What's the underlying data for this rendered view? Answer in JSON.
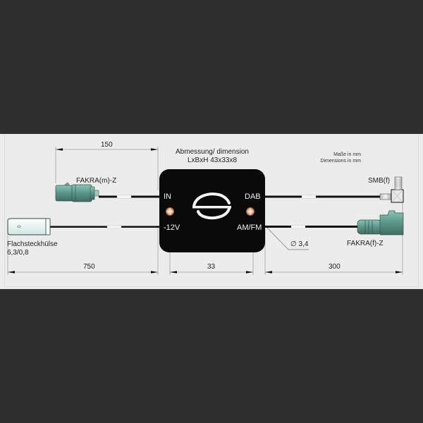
{
  "diagram": {
    "title_line1": "Abmessung/ dimension",
    "title_line2": "LxBxH 43x33x8",
    "units_line1": "Maße in mm",
    "units_line2": "Dimensions in mm",
    "colors": {
      "background": "#2e2e2e",
      "panel": "#ececec",
      "box": "#0a0a0a",
      "connector_green": "#5e9a8c",
      "led": "#e8b080",
      "cable": "#111111"
    },
    "box": {
      "port_in": "IN",
      "port_power": "-12V",
      "port_dab": "DAB",
      "port_amfm": "AM/FM",
      "logo": "ellipse-bar-logo"
    },
    "connectors": {
      "fakra_m": "FAKRA(m)-Z",
      "flat_plug_line1": "Flachsteckhülse",
      "flat_plug_line2": "6,3/0,8",
      "smb": "SMB(f)",
      "fakra_f": "FAKRA(f)-Z"
    },
    "dimensions": {
      "top_left": "150",
      "bottom_left": "750",
      "bottom_center": "33",
      "bottom_right": "300",
      "cable_diameter": "∅ 3,4"
    }
  }
}
